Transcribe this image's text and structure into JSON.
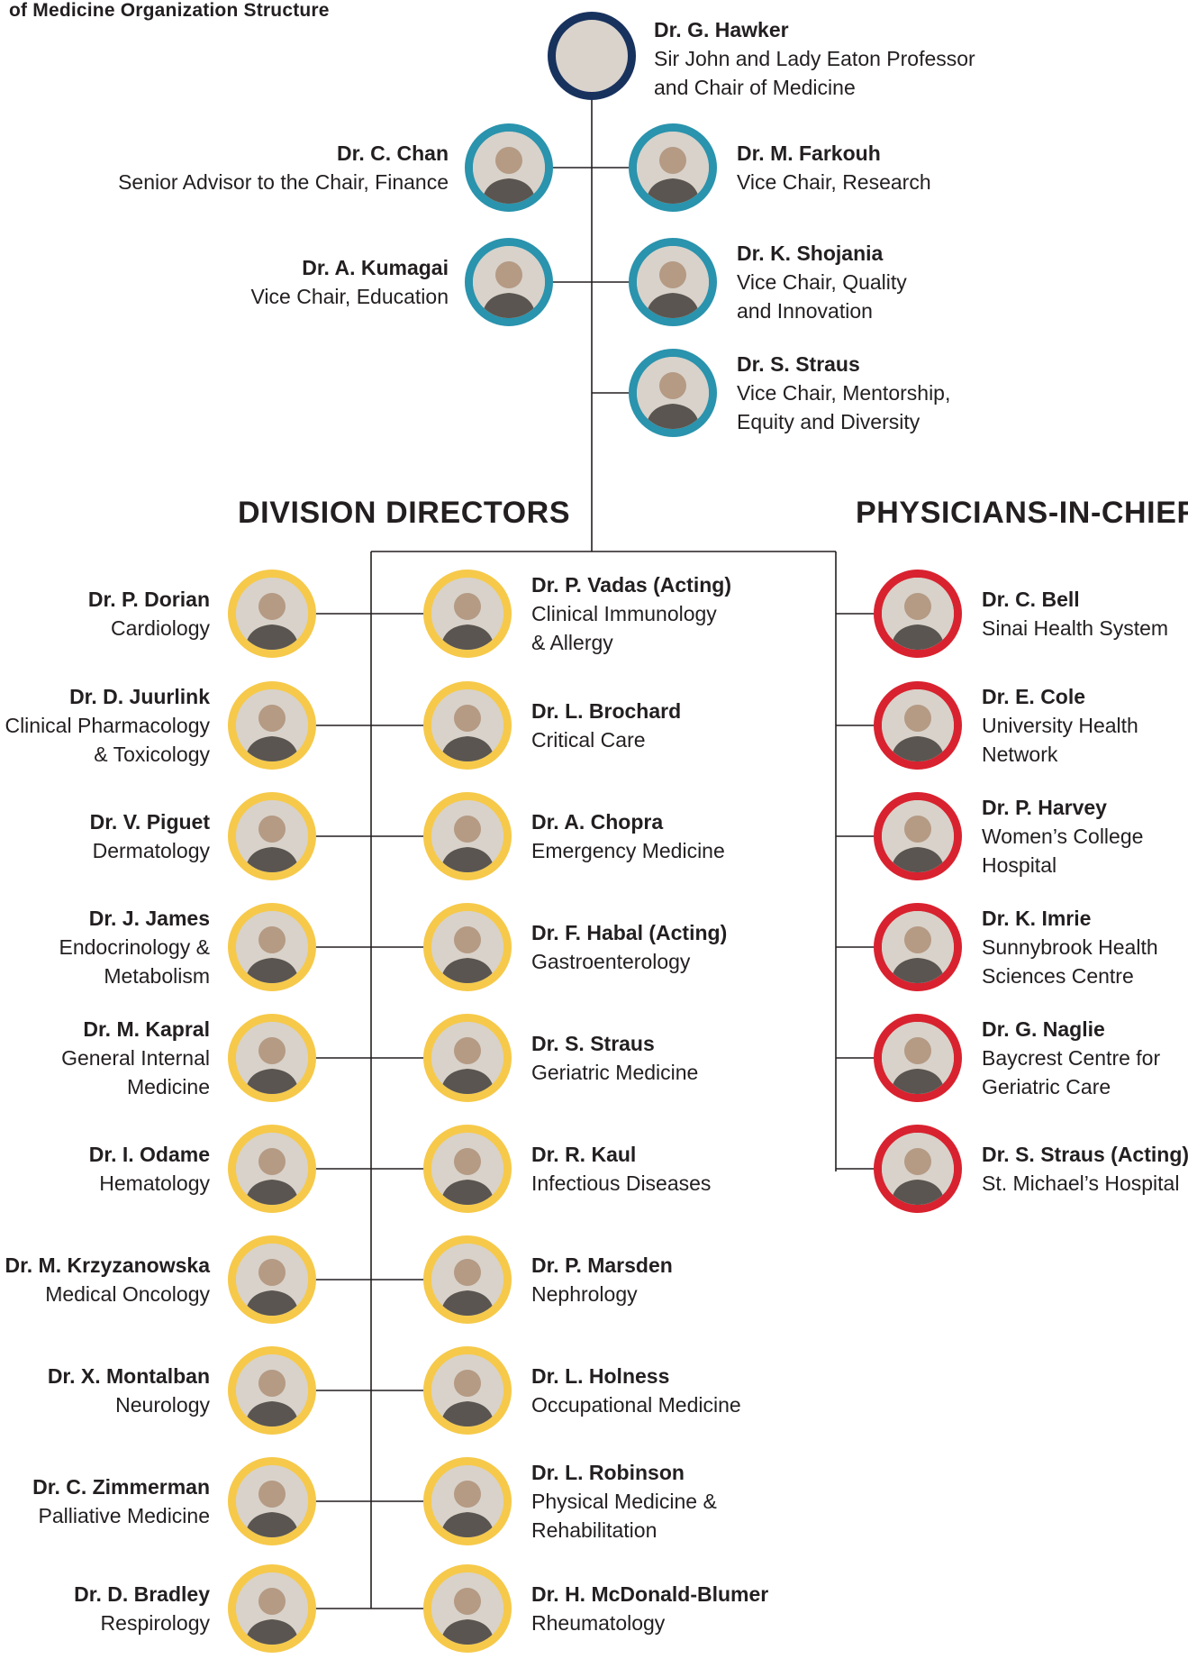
{
  "title": "of Medicine Organization Structure",
  "sections": {
    "division_directors": "DIVISION DIRECTORS",
    "physicians_in_chief": "PHYSICIANS-IN-CHIEF"
  },
  "colors": {
    "chair_ring": "#18325e",
    "vice_chair_ring": "#2a93ad",
    "division_ring": "#f6c94a",
    "chief_ring": "#d9222f",
    "connector": "#231f20"
  },
  "chair": {
    "name": "Dr. G. Hawker",
    "role1": "Sir John and Lady Eaton Professor",
    "role2": "and Chair of Medicine"
  },
  "advisors_left": [
    {
      "name": "Dr. C. Chan",
      "role1": "Senior Advisor to the Chair, Finance"
    },
    {
      "name": "Dr. A. Kumagai",
      "role1": "Vice Chair, Education"
    }
  ],
  "advisors_right": [
    {
      "name": "Dr. M. Farkouh",
      "role1": "Vice Chair, Research"
    },
    {
      "name": "Dr. K. Shojania",
      "role1": "Vice Chair, Quality",
      "role2": "and Innovation"
    },
    {
      "name": "Dr. S. Straus",
      "role1": "Vice Chair, Mentorship,",
      "role2": "Equity and Diversity"
    }
  ],
  "division_left": [
    {
      "name": "Dr. P. Dorian",
      "role1": "Cardiology"
    },
    {
      "name": "Dr. D. Juurlink",
      "role1": "Clinical Pharmacology",
      "role2": "& Toxicology"
    },
    {
      "name": "Dr. V. Piguet",
      "role1": "Dermatology"
    },
    {
      "name": "Dr. J. James",
      "role1": "Endocrinology &",
      "role2": "Metabolism"
    },
    {
      "name": "Dr. M. Kapral",
      "role1": "General Internal",
      "role2": "Medicine"
    },
    {
      "name": "Dr. I. Odame",
      "role1": "Hematology"
    },
    {
      "name": "Dr. M. Krzyzanowska",
      "role1": "Medical Oncology"
    },
    {
      "name": "Dr. X. Montalban",
      "role1": "Neurology"
    },
    {
      "name": "Dr. C. Zimmerman",
      "role1": "Palliative Medicine"
    },
    {
      "name": "Dr. D. Bradley",
      "role1": "Respirology"
    }
  ],
  "division_right": [
    {
      "name": "Dr. P. Vadas (Acting)",
      "role1": "Clinical Immunology",
      "role2": "& Allergy"
    },
    {
      "name": "Dr. L. Brochard",
      "role1": "Critical Care"
    },
    {
      "name": "Dr. A. Chopra",
      "role1": "Emergency Medicine"
    },
    {
      "name": "Dr. F. Habal (Acting)",
      "role1": "Gastroenterology"
    },
    {
      "name": "Dr. S. Straus",
      "role1": "Geriatric Medicine"
    },
    {
      "name": "Dr. R. Kaul",
      "role1": "Infectious Diseases"
    },
    {
      "name": "Dr. P. Marsden",
      "role1": "Nephrology"
    },
    {
      "name": "Dr. L. Holness",
      "role1": "Occupational Medicine"
    },
    {
      "name": "Dr. L. Robinson",
      "role1": "Physical Medicine &",
      "role2": "Rehabilitation"
    },
    {
      "name": "Dr. H. McDonald-Blumer",
      "role1": "Rheumatology"
    }
  ],
  "chiefs": [
    {
      "name": "Dr. C. Bell",
      "role1": "Sinai Health System"
    },
    {
      "name": "Dr. E. Cole",
      "role1": "University Health",
      "role2": "Network"
    },
    {
      "name": "Dr. P. Harvey",
      "role1": "Women’s College",
      "role2": "Hospital"
    },
    {
      "name": "Dr. K. Imrie",
      "role1": "Sunnybrook Health",
      "role2": "Sciences Centre"
    },
    {
      "name": "Dr. G. Naglie",
      "role1": "Baycrest Centre for",
      "role2": "Geriatric Care"
    },
    {
      "name": "Dr. S. Straus (Acting)",
      "role1": "St. Michael’s Hospital"
    }
  ]
}
